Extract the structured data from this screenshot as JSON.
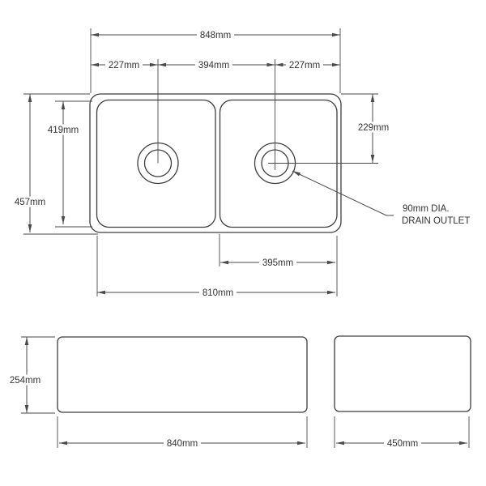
{
  "colors": {
    "line": "#3d3d3d",
    "dim_line": "#4a4a4a",
    "text": "#333333",
    "background": "#ffffff"
  },
  "top_view": {
    "overall_width": "848mm",
    "left_drain_offset": "227mm",
    "drain_spacing": "394mm",
    "right_drain_offset": "227mm",
    "bowl_depth": "419mm",
    "overall_depth": "457mm",
    "drain_center_depth": "229mm",
    "right_bowl_width": "395mm",
    "bowls_outer_width": "810mm",
    "drain_note_line1": "90mm DIA.",
    "drain_note_line2": "DRAIN OUTLET"
  },
  "front_view": {
    "height": "254mm",
    "width": "840mm"
  },
  "side_view": {
    "width": "450mm"
  }
}
